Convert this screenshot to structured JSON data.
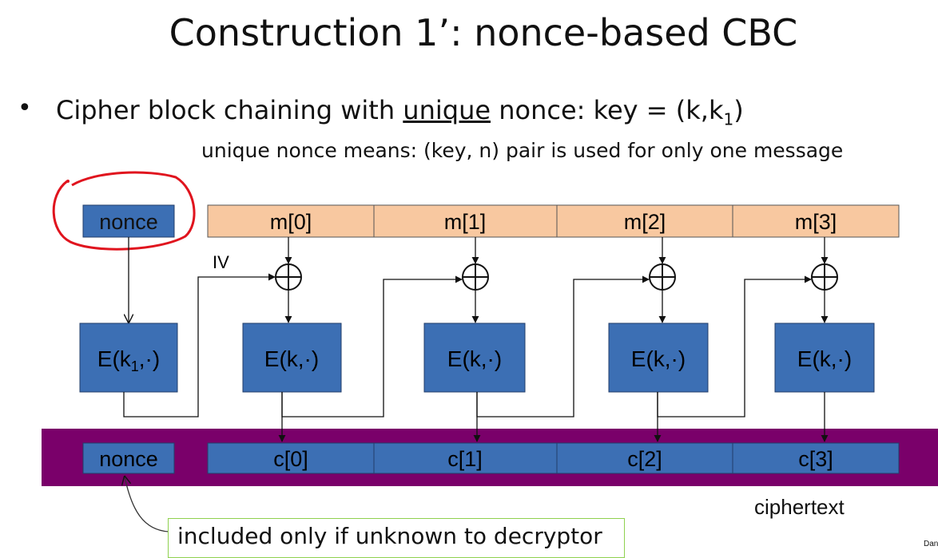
{
  "title": "Construction 1’:   nonce-based CBC",
  "bullet": {
    "marker": "•",
    "text_before": "Cipher block chaining with ",
    "underlined": "unique",
    "text_after": " nonce:   key = (k,k",
    "subscript": "1",
    "close": ")"
  },
  "subnote": "unique nonce means:   (key, n)  pair is used for only one message",
  "diagram": {
    "nonce_label": "nonce",
    "iv_label": "IV",
    "messages": [
      "m[0]",
      "m[1]",
      "m[2]",
      "m[3]"
    ],
    "xor_symbol": "⊕",
    "enc_nonce": {
      "prefix": "E(k",
      "sub": "1",
      "suffix": ",·)"
    },
    "enc_block": "E(k,·)",
    "ciphertext_nonce": "nonce",
    "ciphertexts": [
      "c[0]",
      "c[1]",
      "c[2]",
      "c[3]"
    ],
    "ciphertext_label": "ciphertext",
    "callout": "included only if unknown to decryptor",
    "author": "Dan",
    "colors": {
      "message_fill": "#f8c8a0",
      "block_fill": "#3c6fb4",
      "ciphertext_band": "#7a006a",
      "annotation_circle": "#e0141e",
      "callout_border": "#8fd14f"
    }
  }
}
